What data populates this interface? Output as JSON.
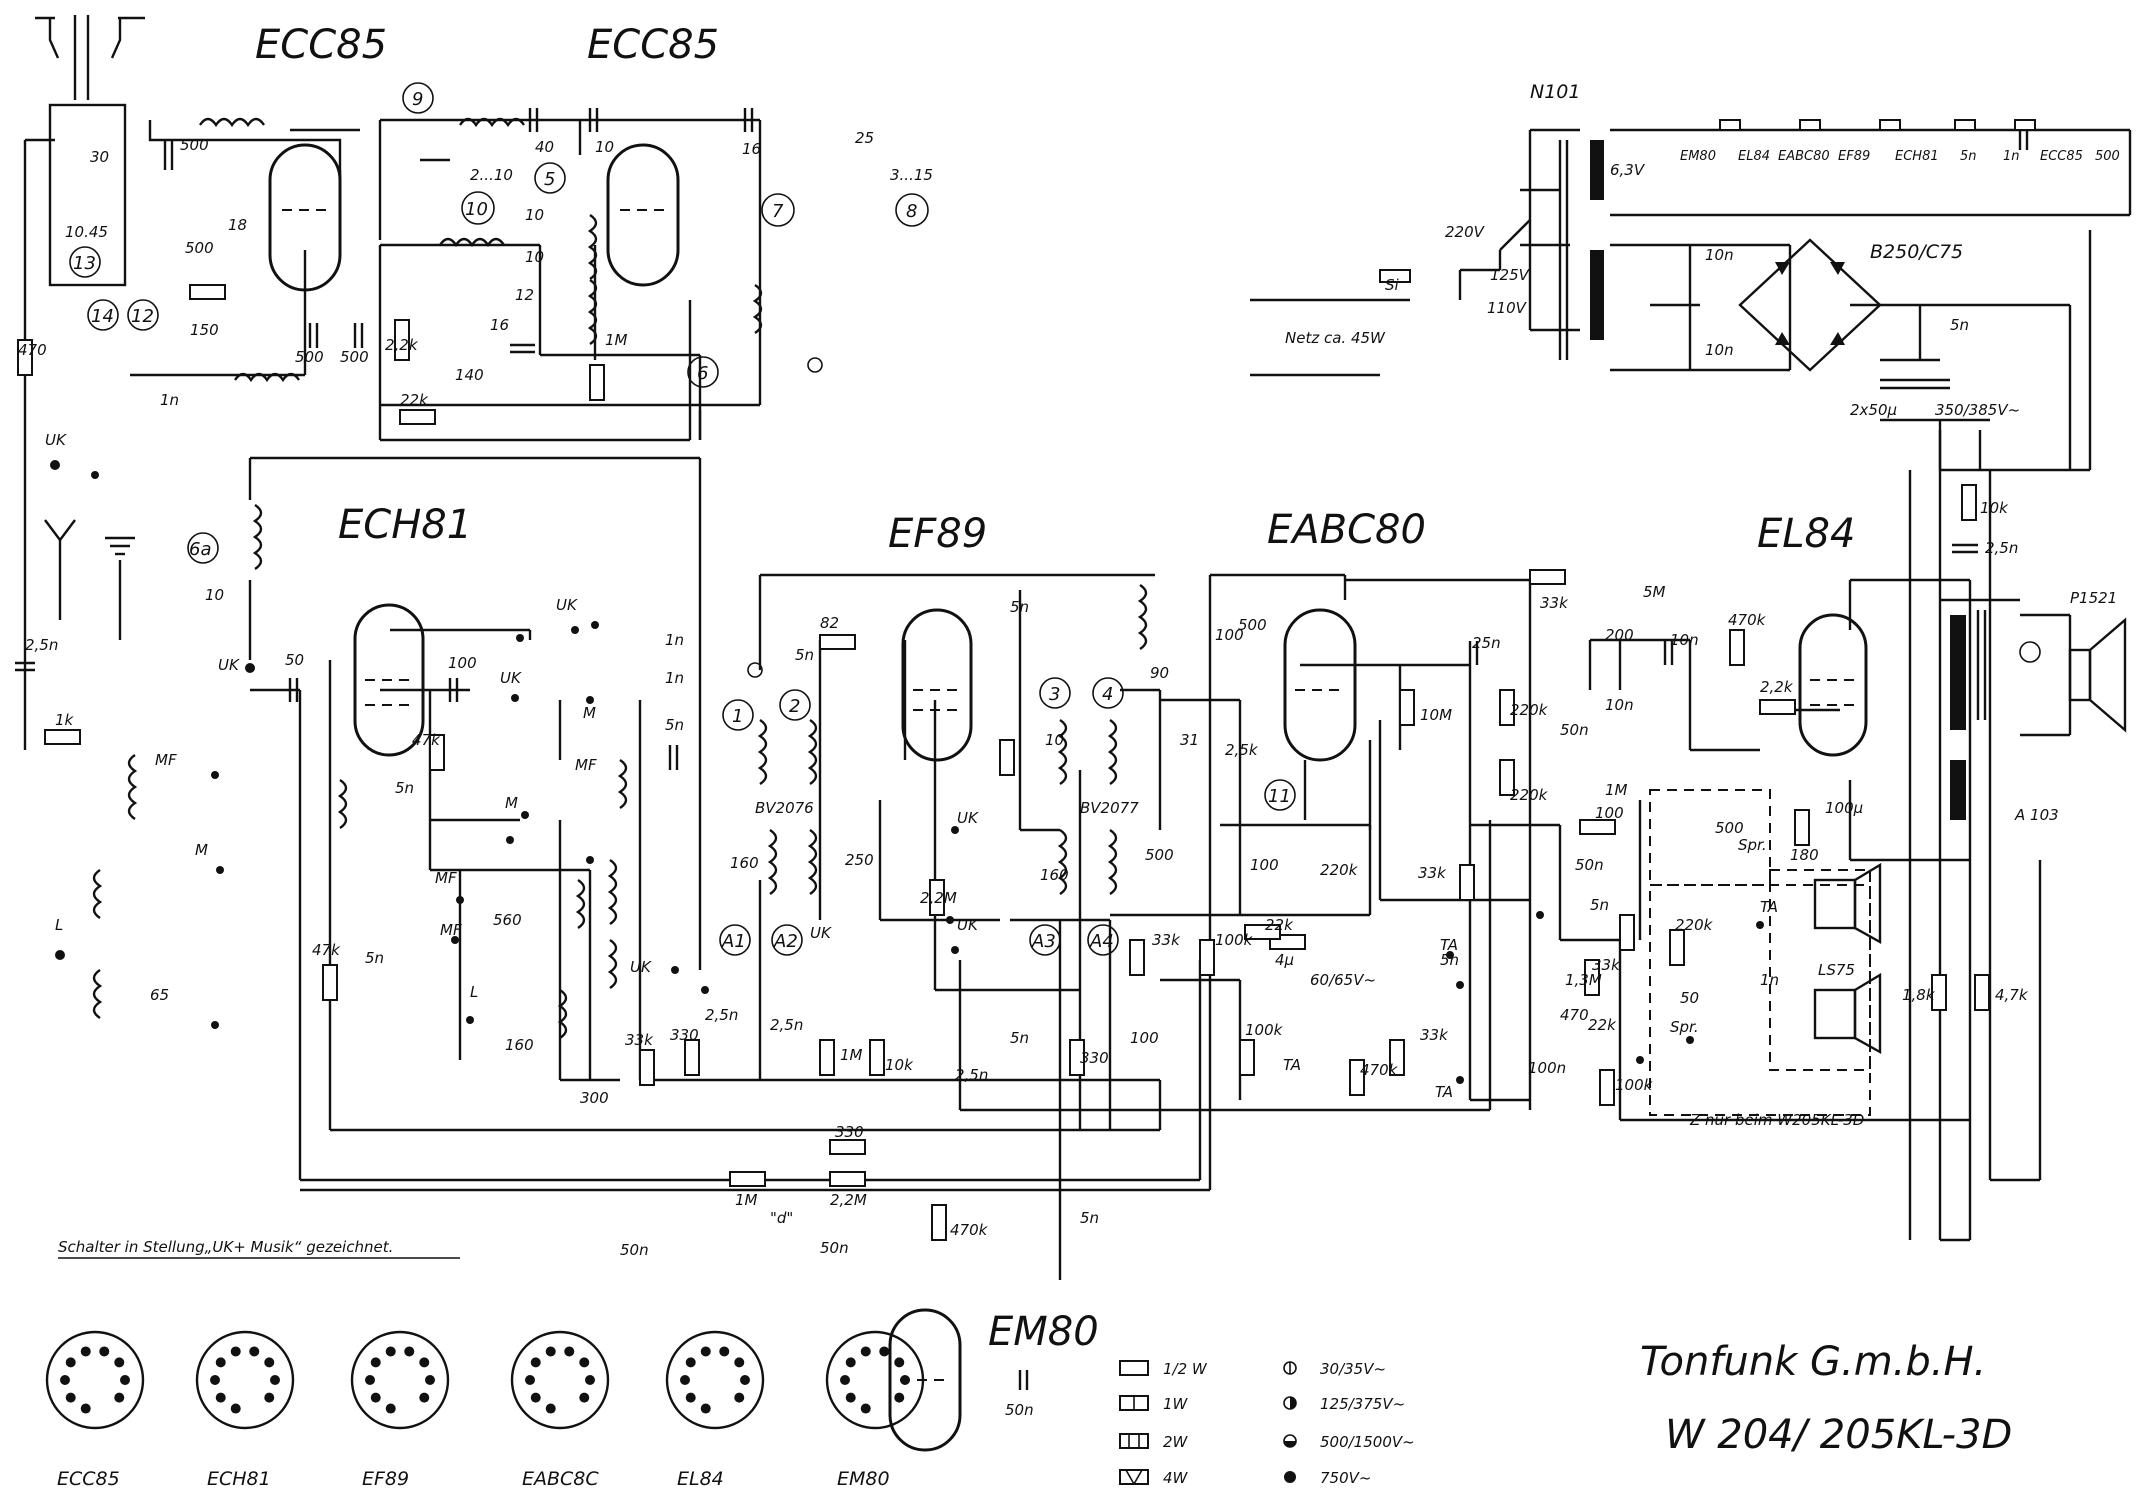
{
  "tubes": {
    "ecc85_a": "ECC85",
    "ecc85_b": "ECC85",
    "ech81": "ECH81",
    "ef89": "EF89",
    "eabc80": "EABC80",
    "el84": "EL84",
    "em80": "EM80"
  },
  "power_supply": {
    "transformer": "N101",
    "rectifier": "B250/C75",
    "mains": "Netz ca. 45W",
    "fuse": "Si",
    "v220": "220V",
    "v125": "125V",
    "v110": "110V",
    "heater": "6,3V",
    "filter_caps": "2x50µ",
    "filter_volt": "350/385V~",
    "heater_chain": [
      "EM80",
      "EL84",
      "EABC80",
      "EF89",
      "ECH81",
      "5n",
      "1n",
      "ECC85",
      "500"
    ],
    "cap_10n_a": "10n",
    "cap_10n_b": "10n",
    "cap_5n": "5n",
    "cap_10n_c": "10n",
    "cap_10n_d": "10n"
  },
  "circled": [
    "9",
    "5",
    "10",
    "7",
    "8",
    "13",
    "14",
    "12",
    "6",
    "6a",
    "1",
    "2",
    "3",
    "4",
    "11",
    "A1",
    "A2",
    "A3",
    "A4"
  ],
  "bands": {
    "uk": "UK",
    "mf": "MF",
    "m": "M",
    "l": "L",
    "ta": "TA",
    "spr": "Spr."
  },
  "components": {
    "c500a": "500",
    "c40": "40",
    "c10a": "10",
    "c16a": "16",
    "c25": "25",
    "c315": "3...15",
    "c30": "30",
    "c1045": "10.45",
    "c18": "18",
    "c500b": "500",
    "r150": "150",
    "c210": "2...10",
    "r470": "470",
    "c500c": "500",
    "c500d": "500",
    "r22k_top": "2,2k",
    "r22k": "22k",
    "c1n_top": "1n",
    "c10b": "10",
    "c12": "12",
    "c16b": "16",
    "c140": "140",
    "r1m_top": "1M",
    "c10c": "10",
    "c10d": "10",
    "c25n": "2,5n",
    "r1k": "1k",
    "c50": "50",
    "c100": "100",
    "r47k": "47k",
    "c5n_a": "5n",
    "c560": "560",
    "c160a": "160",
    "c65": "65",
    "r47k_b": "47k",
    "c5n_b": "5n",
    "r33k": "33k",
    "c300": "300",
    "r330": "330",
    "c25n_b": "2,5n",
    "c25n_c": "2,5n",
    "r1m_b": "1M",
    "r10k": "10k",
    "r22m": "2,2M",
    "c25n_d": "2,5n",
    "r82": "82",
    "c5n_c": "5n",
    "c5n_d": "5n",
    "c1n": "1n",
    "c5n_e": "5n",
    "c160b": "160",
    "c250": "250",
    "bv2076": "BV2076",
    "bv2077": "BV2077",
    "c10e": "10",
    "c160c": "160",
    "c500e": "500",
    "c31": "31",
    "c90": "90",
    "r100": "100",
    "c500f": "500",
    "c100b": "100",
    "r220k": "220k",
    "c5n_f": "5n",
    "r330b": "330",
    "c100c": "100",
    "r33kb": "33k",
    "r100k": "100k",
    "r22kb": "22k",
    "c4u": "4µ",
    "v6065": "60/65V~",
    "r10m": "10M",
    "c25n_e": "25n",
    "r25k": "2,5k",
    "r33k_c": "33k",
    "r220k_b": "220k",
    "c50n": "50n",
    "r220k_c": "220k",
    "c200": "200",
    "c10n_e": "10n",
    "c10n_f": "10n",
    "r5m": "5M",
    "r1m_c": "1M",
    "r100_b": "100",
    "c50n_b": "50n",
    "r33k_d": "33k",
    "c5n_g": "5n",
    "r13m": "1,3M",
    "r33k_e": "33k",
    "r470b": "470",
    "r22k_c": "22k",
    "c100n": "100n",
    "r100k_b": "100k",
    "c500g": "500",
    "r470k": "470k",
    "r22k_d": "2,2k",
    "r180": "180",
    "c100u": "100µ",
    "r10k_b": "10k",
    "c25n_f": "2,5n",
    "r220k_d": "220k",
    "c50_b": "50",
    "c1n_b": "1n",
    "r18k": "1,8k",
    "r47k_c": "4,7k",
    "speaker": "P1521",
    "output_tr": "A 103",
    "ls": "LS75",
    "r330_c": "330",
    "r1m_d": "1M",
    "r22m_b": "2,2M",
    "r470k_b": "470k",
    "c50n_c": "50n",
    "c5n_h": "5n",
    "c50n_d": "50n",
    "d_label": "\"d\"",
    "r470k_c": "470k",
    "c33k": "33k",
    "c5n_i": "5n",
    "r100k_c": "100k",
    "c1n_c": "1n",
    "c50n_e": "50n"
  },
  "note_switch": "Schalter in Stellung„UK+ Musik“ gezeichnet.",
  "note_w205": "Z nur beim W205KL-3D",
  "pinouts": [
    {
      "name": "ECC85"
    },
    {
      "name": "ECH81"
    },
    {
      "name": "EF89"
    },
    {
      "name": "EABC8C"
    },
    {
      "name": "EL84"
    },
    {
      "name": "EM80"
    }
  ],
  "legend": {
    "watts": [
      "1/2 W",
      "1W",
      "2W",
      "4W"
    ],
    "volts": [
      "30/35V~",
      "125/375V~",
      "500/1500V~",
      "750V~"
    ]
  },
  "maker": "Tonfunk G.m.b.H.",
  "model": "W 204/ 205KL-3D"
}
